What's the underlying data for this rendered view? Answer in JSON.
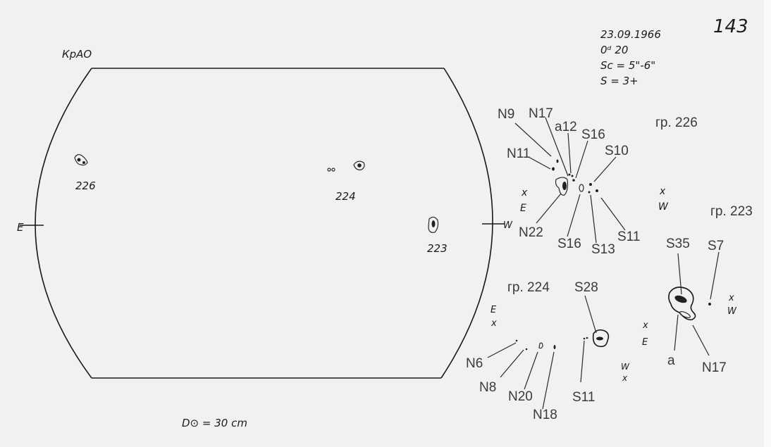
{
  "sheet": {
    "page_number": "143",
    "observatory_code": "КрАО",
    "date": "23.09.1966",
    "time": "0ᵈ 20",
    "seeing": "Sc = 5\"-6\"",
    "quality": "S = 3+",
    "disk_diameter": "D⊙ = 30 cm"
  },
  "disk": {
    "east_label": "E",
    "west_label": "W",
    "groups": [
      "226",
      "224",
      "223"
    ]
  },
  "detail_226": {
    "title": "гр. 226",
    "east": "E",
    "west": "W",
    "cross": "x",
    "labels": [
      "N9",
      "N17",
      "a12",
      "S16",
      "S10",
      "N11",
      "N22",
      "S16",
      "S13",
      "S11"
    ]
  },
  "detail_223": {
    "title": "гр. 223",
    "east": "E",
    "west": "W",
    "cross": "x",
    "labels": [
      "S35",
      "S7",
      "a",
      "N17"
    ]
  },
  "detail_224": {
    "title": "гр. 224",
    "east": "E",
    "west": "W",
    "cross": "x",
    "labels": [
      "S28",
      "N6",
      "N8",
      "N20",
      "N18",
      "S11"
    ]
  }
}
